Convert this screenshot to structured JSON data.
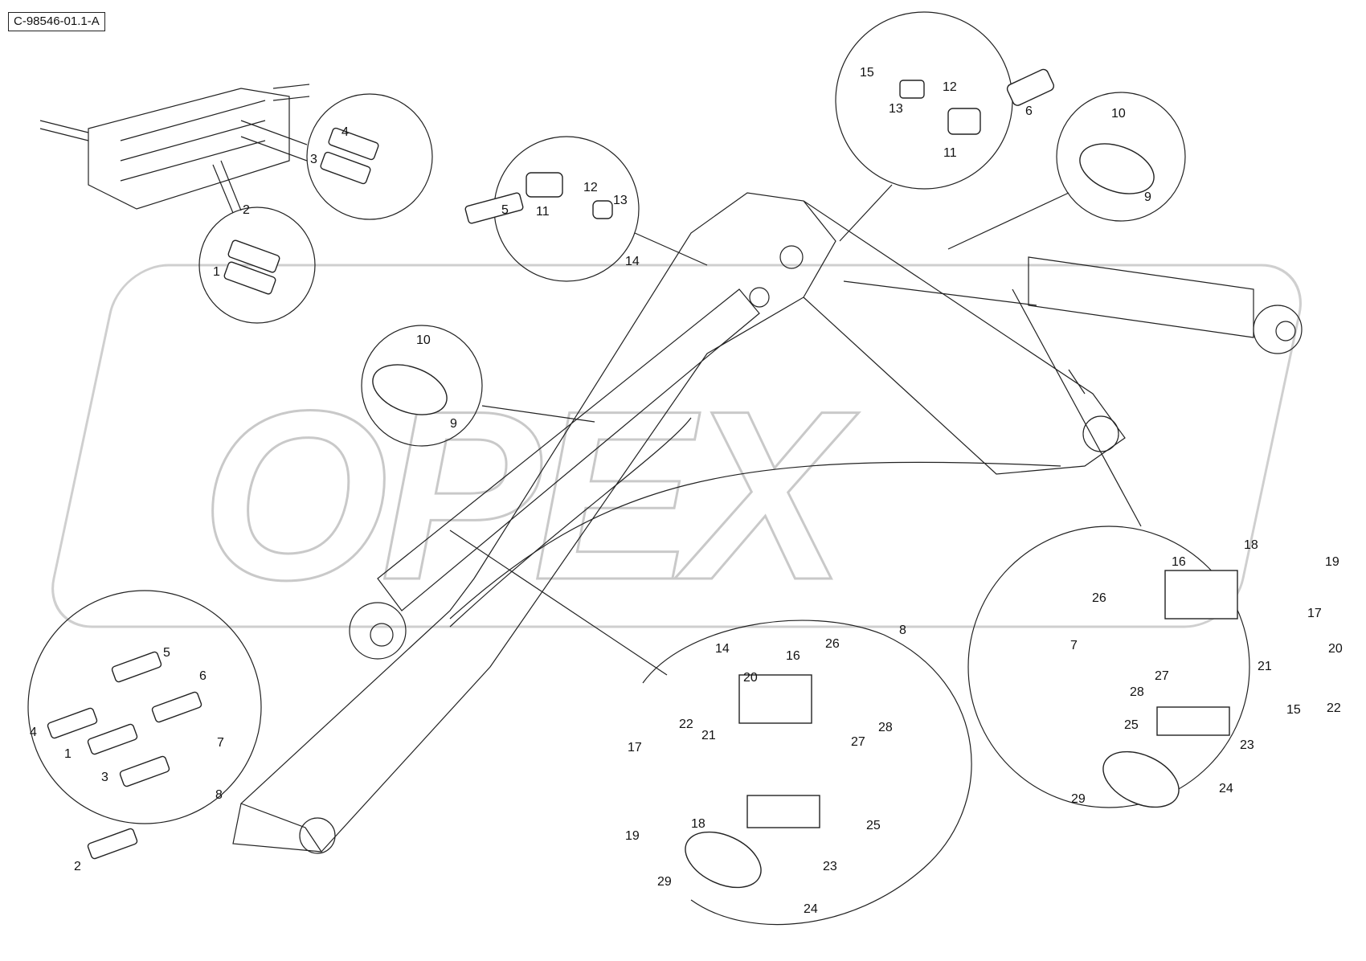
{
  "drawing_ref": "C-98546-01.1-A",
  "watermark": "OPEX",
  "labels": {
    "topleft_2": "2",
    "topleft_1": "1",
    "topleft_4": "4",
    "topleft_3": "3",
    "grp_a_11": "11",
    "grp_a_12": "12",
    "grp_a_13": "13",
    "grp_a_5": "5",
    "grp_a_14": "14",
    "grp_b_15": "15",
    "grp_b_12": "12",
    "grp_b_13": "13",
    "grp_b_11": "11",
    "grp_b_6": "6",
    "clamp_r_10": "10",
    "clamp_r_9": "9",
    "clamp_l_10": "10",
    "clamp_l_9": "9",
    "bl_5": "5",
    "bl_6": "6",
    "bl_4": "4",
    "bl_1": "1",
    "bl_7": "7",
    "bl_3": "3",
    "bl_8": "8",
    "bl_2": "2",
    "mid_14": "14",
    "mid_16": "16",
    "mid_26": "26",
    "mid_8": "8",
    "mid_20": "20",
    "mid_22": "22",
    "mid_21": "21",
    "mid_17": "17",
    "mid_27": "27",
    "mid_28": "28",
    "mid_19": "19",
    "mid_18": "18",
    "mid_25": "25",
    "mid_29": "29",
    "mid_23": "23",
    "mid_24": "24",
    "r_16": "16",
    "r_18": "18",
    "r_19": "19",
    "r_17": "17",
    "r_26": "26",
    "r_7": "7",
    "r_27": "27",
    "r_28": "28",
    "r_20": "20",
    "r_21": "21",
    "r_15": "15",
    "r_22": "22",
    "r_25": "25",
    "r_23": "23",
    "r_29": "29",
    "r_24": "24"
  }
}
